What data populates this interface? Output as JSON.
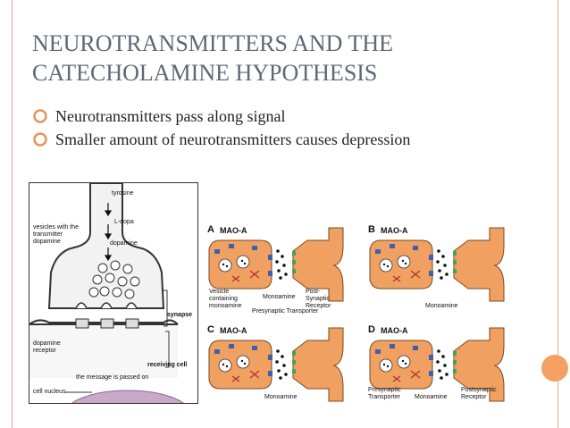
{
  "slide": {
    "title_line1": "NEUROTRANSMITTERS AND THE",
    "title_line2": "CATECHOLAMINE HYPOTHESIS",
    "bullets": [
      {
        "text": "Neurotransmitters pass along signal"
      },
      {
        "text": "Smaller amount of neurotransmitters causes depression"
      }
    ],
    "colors": {
      "title": "#5d6877",
      "bullet_icon": "#e8935a",
      "frame": "#e9a98f",
      "accent_dot": "#f4a063"
    }
  },
  "synapse_figure": {
    "tyrosine": "tyrosine",
    "ldopa": "L-dopa",
    "dopamine": "dopamine",
    "vesicles": "vesicles with the transmitter dopamine",
    "synapse": "synapse",
    "dopamine_receptor": "dopamine receptor",
    "receiving_cell": "receiving cell",
    "message": "the message is passed on",
    "cell_nucleus": "cell nucleus"
  },
  "mao_figure": {
    "panels": [
      {
        "letter": "A",
        "mao": "MAO-A"
      },
      {
        "letter": "B",
        "mao": "MAO-A"
      },
      {
        "letter": "C",
        "mao": "MAO-A"
      },
      {
        "letter": "D",
        "mao": "MAO-A"
      }
    ],
    "labels": {
      "vesicle": "Vesicle containing monoamine",
      "monoamine_a": "Monoamine",
      "post_synaptic": "Post-Synaptic Receptor",
      "presynaptic_transporter": "Presynaptic Transporter",
      "monoamine_b": "Monoamine",
      "monoamine_c": "Monoamine",
      "presynaptic_d": "Presynaptic Transporter",
      "monoamine_d": "Monoamine",
      "postsynaptic_d": "Postsynaptic Receptor"
    }
  }
}
